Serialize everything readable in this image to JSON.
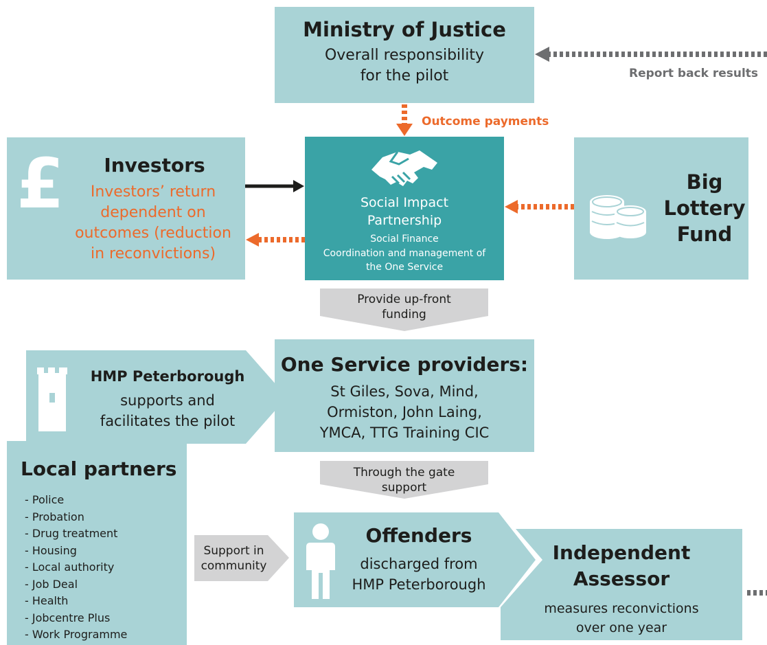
{
  "ministry": {
    "title": "Ministry of Justice",
    "line1": "Overall responsibility",
    "line2": "for the pilot"
  },
  "report_back": "Report back results",
  "outcome_payments": "Outcome payments",
  "investors": {
    "title": "Investors",
    "lines": [
      "Investors’ return",
      "dependent on",
      "outcomes (reduction",
      "in reconvictions)"
    ]
  },
  "sip": {
    "title1": "Social Impact",
    "title2": "Partnership",
    "sub1": "Social Finance",
    "sub2": "Coordination and management of",
    "sub3": "the One Service"
  },
  "lottery": {
    "lines": [
      "Big",
      "Lottery",
      "Fund"
    ]
  },
  "upfront": {
    "line1": "Provide up-front",
    "line2": "funding"
  },
  "hmp": {
    "title": "HMP Peterborough",
    "line1": "supports and",
    "line2": "facilitates the pilot"
  },
  "providers": {
    "title": "One Service providers:",
    "lines": [
      "St Giles, Sova, Mind,",
      "Ormiston, John Laing,",
      "YMCA, TTG Training CIC"
    ]
  },
  "gate": {
    "line1": "Through the gate",
    "line2": "support"
  },
  "local": {
    "title": "Local partners",
    "items": [
      "- Police",
      "- Probation",
      "- Drug treatment",
      "- Housing",
      "- Local authority",
      "- Job Deal",
      "- Health",
      "- Jobcentre Plus",
      "- Work Programme"
    ]
  },
  "support_community": {
    "line1": "Support in",
    "line2": "community"
  },
  "offenders": {
    "title": "Offenders",
    "line1": "discharged from",
    "line2": "HMP Peterborough"
  },
  "assessor": {
    "title1": "Independent",
    "title2": "Assessor",
    "line1": "measures reconvictions",
    "line2": "over one year"
  },
  "colors": {
    "box": "#a9d3d6",
    "sip": "#3aa3a6",
    "orange": "#ec6a2b",
    "grey_arrow": "#d3d3d4",
    "dark": "#1d1d1b"
  },
  "icons": [
    "pound-icon",
    "handshake-icon",
    "coins-icon",
    "tower-icon",
    "person-icon"
  ]
}
